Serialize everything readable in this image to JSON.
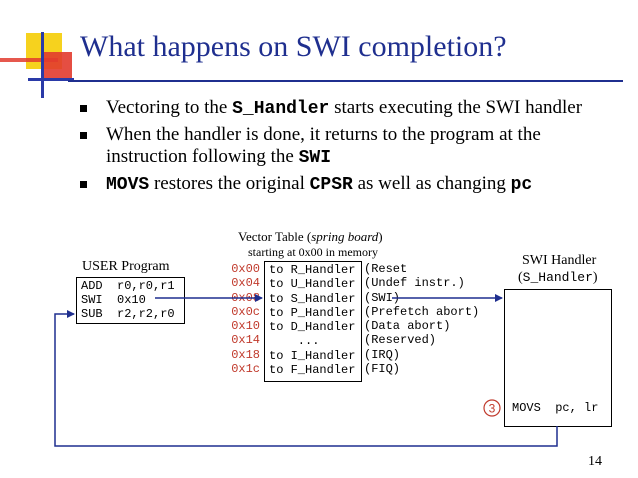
{
  "slide": {
    "title": "What happens on SWI completion?",
    "page_number": "14"
  },
  "bullets": [
    {
      "pre": "Vectoring to the ",
      "code": "S_Handler",
      "post": " starts executing the SWI handler"
    },
    {
      "pre": "When the handler is done, it returns to the program  at the instruction following the ",
      "code": "SWI",
      "post": ""
    },
    {
      "pre": "",
      "code": "MOVS",
      "post": " restores the original ",
      "code2": "CPSR",
      "post2": " as well as changing ",
      "code3": "pc"
    }
  ],
  "user_program": {
    "label": "USER Program",
    "lines": [
      "ADD  r0,r0,r1",
      "SWI  0x10",
      "SUB  r2,r2,r0"
    ]
  },
  "vector_table": {
    "caption_pre": "Vector Table (",
    "caption_italic": "spring board",
    "caption_post": ")",
    "subcaption": "starting at 0x00 in memory",
    "rows": [
      {
        "addr": "0x00",
        "target": "to R_Handler",
        "desc": "(Reset"
      },
      {
        "addr": "0x04",
        "target": "to U_Handler",
        "desc": "(Undef instr.)"
      },
      {
        "addr": "0x08",
        "target": "to S_Handler",
        "desc": "(SWI)"
      },
      {
        "addr": "0x0c",
        "target": "to P_Handler",
        "desc": "(Prefetch abort)"
      },
      {
        "addr": "0x10",
        "target": "to D_Handler",
        "desc": "(Data abort)"
      },
      {
        "addr": "0x14",
        "target": "    ...",
        "desc": "(Reserved)"
      },
      {
        "addr": "0x18",
        "target": "to I_Handler",
        "desc": "(IRQ)"
      },
      {
        "addr": "0x1c",
        "target": "to F_Handler",
        "desc": "(FIQ)"
      }
    ]
  },
  "swi_handler": {
    "label": "SWI Handler",
    "sublabel_pre": "(",
    "sublabel_code": "S_Handler",
    "sublabel_post": ")",
    "step": "3",
    "instruction": "MOVS  pc, lr"
  },
  "colors": {
    "title": "#1f2f8f",
    "address": "#c0392b",
    "arrow": "#1f2f8f",
    "step_circle": "#c0392b",
    "deco_yellow": "#f6d21e",
    "deco_red": "#e23b2e",
    "deco_blue": "#2a3aa8"
  }
}
